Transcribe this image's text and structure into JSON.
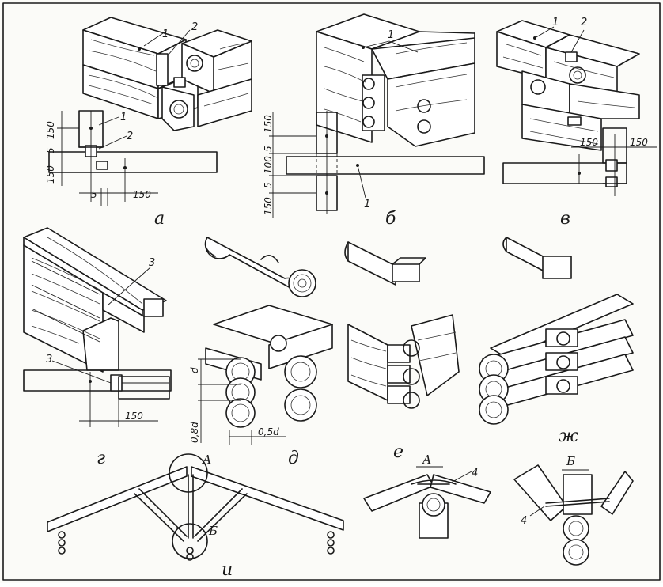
{
  "panels": {
    "a": {
      "caption": "а",
      "callouts": [
        "1",
        "2",
        "1",
        "2"
      ],
      "dims": [
        "150",
        "5",
        "150",
        "5",
        "150"
      ]
    },
    "b": {
      "caption": "б",
      "callouts": [
        "1",
        "1"
      ],
      "dims": [
        "150",
        "5",
        "100",
        "5",
        "150"
      ]
    },
    "v": {
      "caption": "в",
      "callouts": [
        "1",
        "2"
      ],
      "dims": [
        "150",
        "150"
      ]
    },
    "g": {
      "caption": "г",
      "callouts": [
        "3",
        "3"
      ],
      "dims": [
        "150"
      ]
    },
    "d": {
      "caption": "д",
      "dims": [
        "d",
        "0,8d",
        "0,5d"
      ]
    },
    "e": {
      "caption": "е"
    },
    "zh": {
      "caption": "ж"
    },
    "i": {
      "caption": "и",
      "marks": [
        "А",
        "Б"
      ]
    },
    "detailA": {
      "caption": "А",
      "callouts": [
        "4"
      ]
    },
    "detailB": {
      "caption": "Б",
      "callouts": [
        "4"
      ]
    }
  }
}
